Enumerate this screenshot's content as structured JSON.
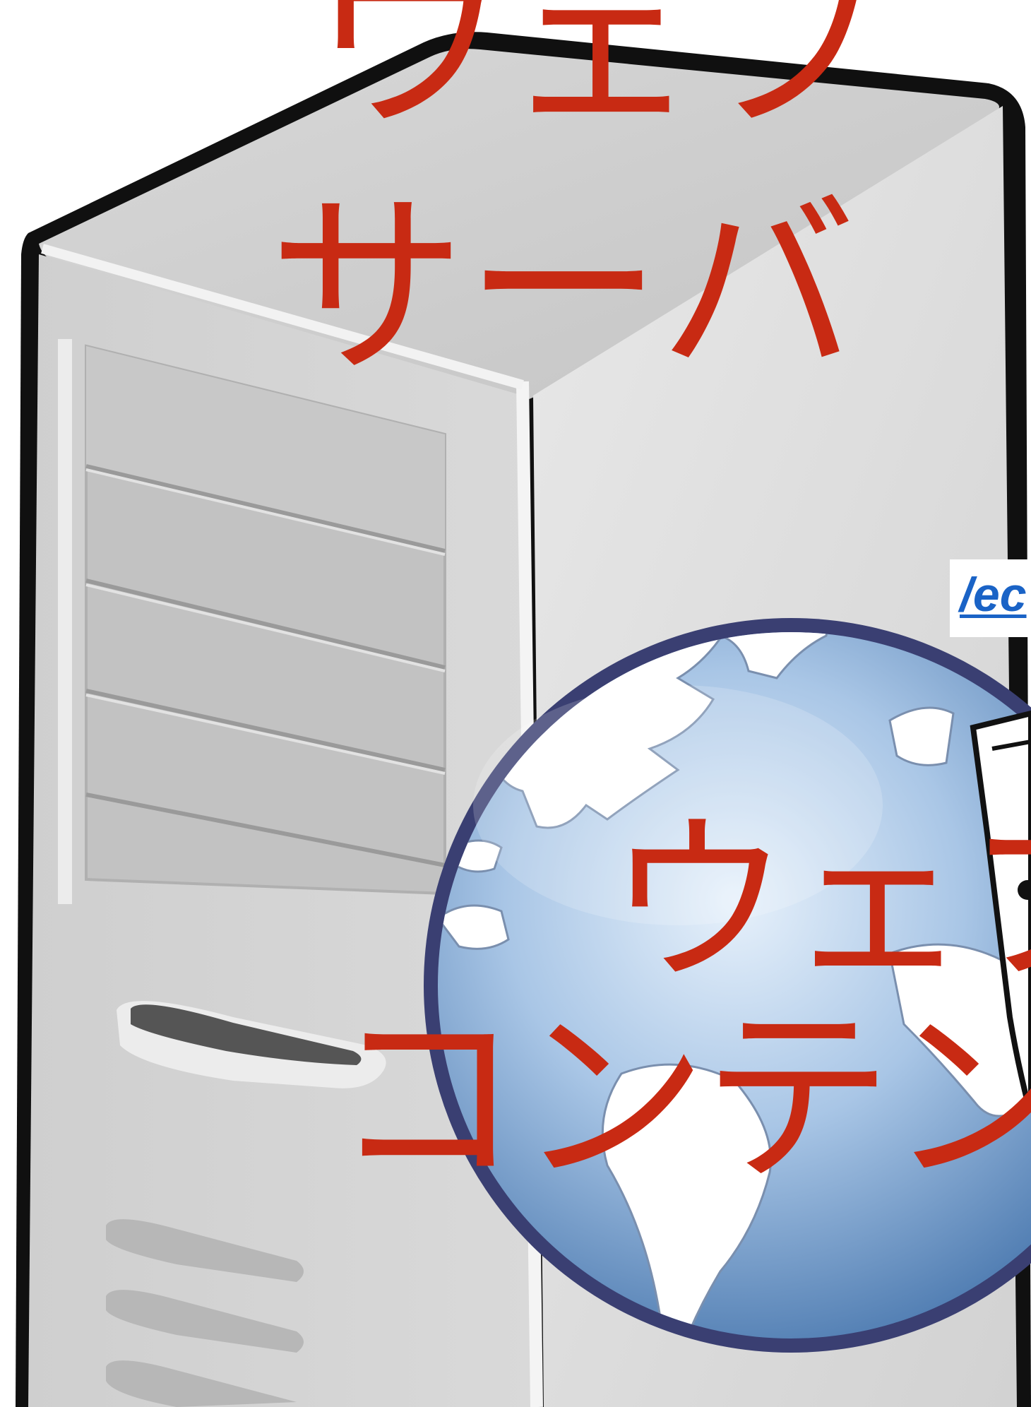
{
  "title": {
    "line1": "ウェブ",
    "line2": "サーバ"
  },
  "content": {
    "line1": "ウェブ",
    "line2": "コンテンツ"
  },
  "link_snippet": "/ec",
  "icons": {
    "server": "server-tower-icon",
    "globe": "globe-icon",
    "document": "document-page-icon"
  },
  "colors": {
    "label_text": "#c82a13",
    "link": "#1a63c6",
    "globe_rim": "#3a3f72",
    "server_body": "#d4d4d4"
  }
}
